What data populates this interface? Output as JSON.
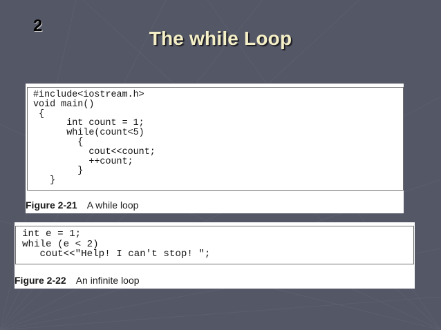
{
  "slide": {
    "number": "2",
    "title": "The while Loop"
  },
  "figures": [
    {
      "code": "#include<iostream.h>\nvoid main()\n {\n      int count = 1;\n      while(count<5)\n        {\n          cout<<count;\n          ++count;\n        }\n   }",
      "caption_number": "Figure 2-21",
      "caption_text": "A while loop"
    },
    {
      "code": "int e = 1;\nwhile (e < 2)\n   cout<<\"Help! I can't stop! \";",
      "caption_number": "Figure 2-22",
      "caption_text": "An infinite loop"
    }
  ],
  "colors": {
    "background": "#545765",
    "title": "#f4efc6"
  }
}
